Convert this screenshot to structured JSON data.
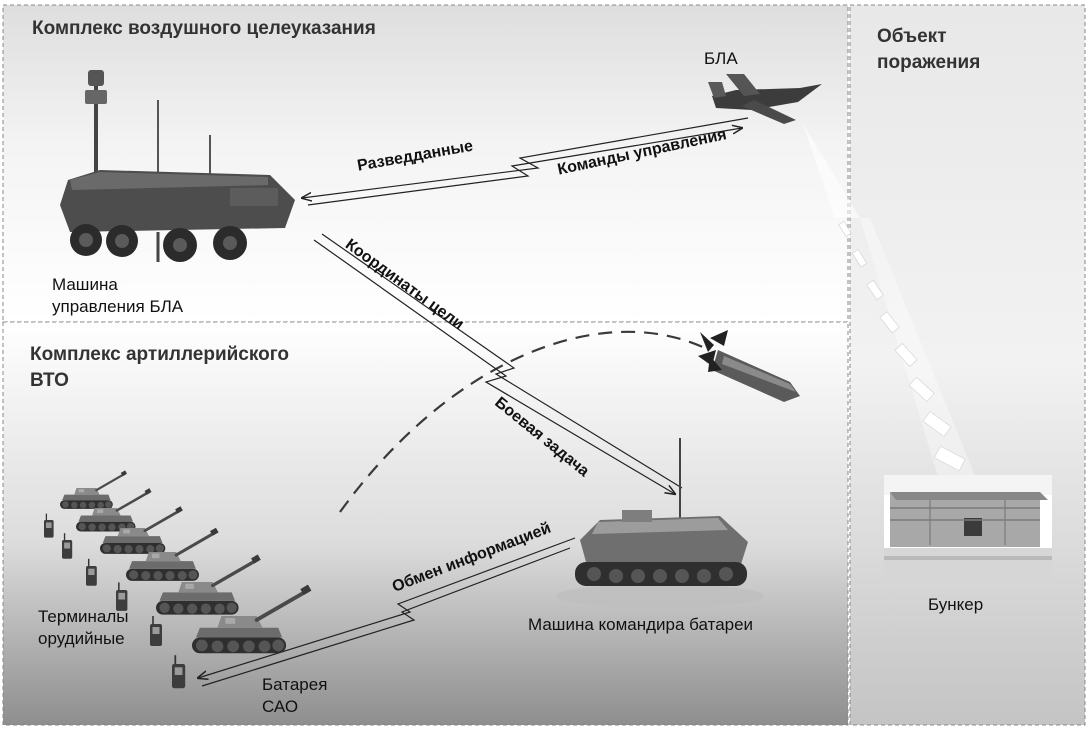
{
  "zones": {
    "air": {
      "title": "Комплекс воздушного целеуказания"
    },
    "artillery": {
      "title_line1": "Комплекс артиллерийского",
      "title_line2": "ВТО"
    },
    "target": {
      "title_line1": "Объект",
      "title_line2": "поражения"
    }
  },
  "labels": {
    "uav": "БЛА",
    "uav_vehicle_line1": "Машина",
    "uav_vehicle_line2": "управления БЛА",
    "terminals_line1": "Терминалы",
    "terminals_line2": "орудийные",
    "battery_line1": "Батарея",
    "battery_line2": "САО",
    "commander_vehicle": "Машина командира батареи",
    "bunker": "Бункер"
  },
  "links": {
    "recon": "Разведданные",
    "control": "Команды управления",
    "coordinates": "Координаты цели",
    "combat_task": "Боевая задача",
    "info_exchange": "Обмен информацией"
  }
}
